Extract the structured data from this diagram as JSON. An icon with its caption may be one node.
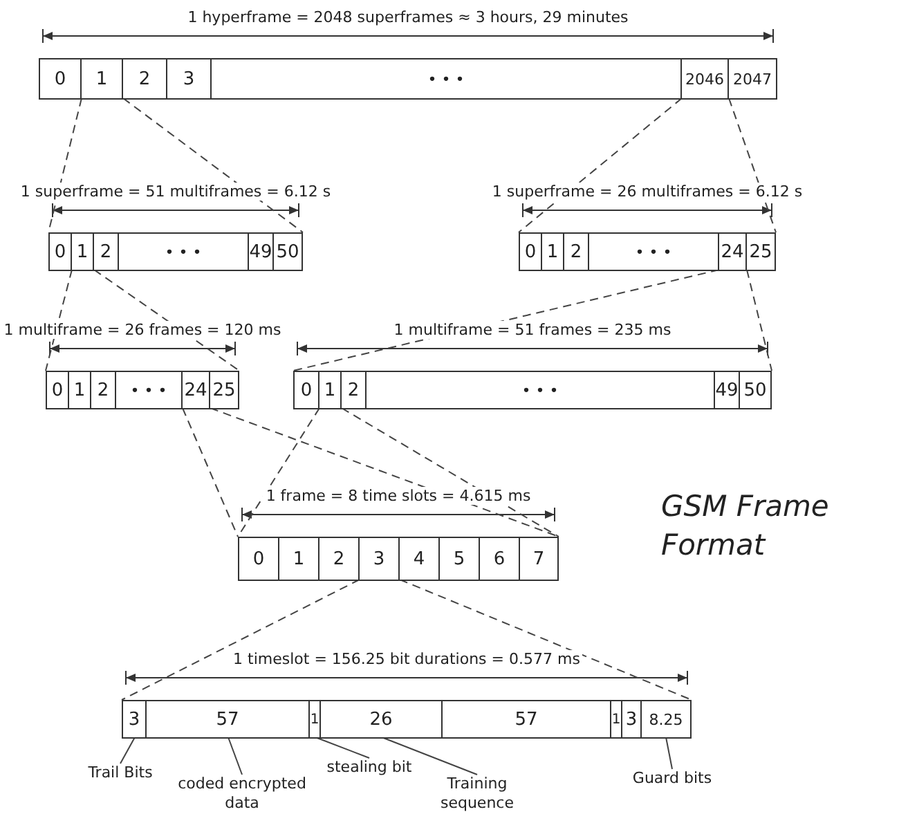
{
  "diagram": {
    "title": "GSM Frame Format",
    "nodes": [
      {
        "text": [],
        "shape": "bar",
        "beside": [
          "1 hyperframe = 2048 superframes ≈ 3 hours, 29 minutes"
        ]
      },
      {
        "text": [
          "0"
        ],
        "in": 0
      },
      {
        "text": [
          "1"
        ],
        "in": 0
      },
      {
        "text": [
          "2"
        ],
        "in": 0
      },
      {
        "text": [
          "3"
        ],
        "in": 0
      },
      {
        "text": [
          "• • •"
        ],
        "in": 0
      },
      {
        "text": [
          "2046"
        ],
        "in": 0
      },
      {
        "text": [
          "2047"
        ],
        "in": 0
      },
      {
        "text": [],
        "shape": "bar",
        "beside": [
          "1 superframe = 51 multiframes = 6.12 s"
        ]
      },
      {
        "text": [
          "0"
        ],
        "in": 8
      },
      {
        "text": [
          "1"
        ],
        "in": 8
      },
      {
        "text": [
          "2"
        ],
        "in": 8
      },
      {
        "text": [
          "• • •"
        ],
        "in": 8
      },
      {
        "text": [
          "49"
        ],
        "in": 8
      },
      {
        "text": [
          "50"
        ],
        "in": 8
      },
      {
        "text": [],
        "shape": "bar",
        "beside": [
          "1 superframe = 26 multiframes = 6.12 s"
        ]
      },
      {
        "text": [
          "0"
        ],
        "in": 15
      },
      {
        "text": [
          "1"
        ],
        "in": 15
      },
      {
        "text": [
          "2"
        ],
        "in": 15
      },
      {
        "text": [
          "• • •"
        ],
        "in": 15
      },
      {
        "text": [
          "24"
        ],
        "in": 15
      },
      {
        "text": [
          "25"
        ],
        "in": 15
      },
      {
        "text": [],
        "shape": "bar",
        "beside": [
          "1 multiframe = 26 frames = 120 ms"
        ]
      },
      {
        "text": [
          "0"
        ],
        "in": 22
      },
      {
        "text": [
          "1"
        ],
        "in": 22
      },
      {
        "text": [
          "2"
        ],
        "in": 22
      },
      {
        "text": [
          "• • •"
        ],
        "in": 22
      },
      {
        "text": [
          "24"
        ],
        "in": 22
      },
      {
        "text": [
          "25"
        ],
        "in": 22
      },
      {
        "text": [],
        "shape": "bar",
        "beside": [
          "1 multiframe = 51 frames = 235 ms"
        ]
      },
      {
        "text": [
          "0"
        ],
        "in": 29
      },
      {
        "text": [
          "1"
        ],
        "in": 29
      },
      {
        "text": [
          "2"
        ],
        "in": 29
      },
      {
        "text": [
          "• • •"
        ],
        "in": 29
      },
      {
        "text": [
          "49"
        ],
        "in": 29
      },
      {
        "text": [
          "50"
        ],
        "in": 29
      },
      {
        "text": [],
        "shape": "bar",
        "beside": [
          "1 frame = 8 time slots = 4.615 ms"
        ]
      },
      {
        "text": [
          "0"
        ],
        "in": 36
      },
      {
        "text": [
          "1"
        ],
        "in": 36
      },
      {
        "text": [
          "2"
        ],
        "in": 36
      },
      {
        "text": [
          "3"
        ],
        "in": 36
      },
      {
        "text": [
          "4"
        ],
        "in": 36
      },
      {
        "text": [
          "5"
        ],
        "in": 36
      },
      {
        "text": [
          "6"
        ],
        "in": 36
      },
      {
        "text": [
          "7"
        ],
        "in": 36
      },
      {
        "text": [],
        "shape": "bar",
        "beside": [
          "1 timeslot = 156.25 bit durations = 0.577 ms"
        ]
      },
      {
        "text": [
          "3"
        ],
        "in": 45
      },
      {
        "text": [
          "57"
        ],
        "in": 45
      },
      {
        "text": [
          "1"
        ],
        "in": 45
      },
      {
        "text": [
          "26"
        ],
        "in": 45
      },
      {
        "text": [
          "57"
        ],
        "in": 45
      },
      {
        "text": [
          "1"
        ],
        "in": 45
      },
      {
        "text": [
          "3"
        ],
        "in": 45
      },
      {
        "text": [
          "8.25"
        ],
        "in": 45
      },
      {
        "text": [
          "Trail Bits"
        ]
      },
      {
        "text": [
          "coded encrypted data"
        ]
      },
      {
        "text": [
          "stealing bit"
        ]
      },
      {
        "text": [
          "Training sequence"
        ]
      },
      {
        "text": [
          "Guard bits"
        ]
      }
    ],
    "edges": [
      {
        "from": 2,
        "to": 8,
        "arrow": "none",
        "style": "dashed"
      },
      {
        "from": 2,
        "to": 8,
        "arrow": "none",
        "style": "dashed"
      },
      {
        "from": 6,
        "to": 15,
        "arrow": "none",
        "style": "dashed"
      },
      {
        "from": 6,
        "to": 15,
        "arrow": "none",
        "style": "dashed"
      },
      {
        "from": 10,
        "to": 22,
        "arrow": "none",
        "style": "dashed"
      },
      {
        "from": 10,
        "to": 22,
        "arrow": "none",
        "style": "dashed"
      },
      {
        "from": 20,
        "to": 29,
        "arrow": "none",
        "style": "dashed"
      },
      {
        "from": 20,
        "to": 29,
        "arrow": "none",
        "style": "dashed"
      },
      {
        "from": 27,
        "to": 36,
        "arrow": "none",
        "style": "dashed"
      },
      {
        "from": 27,
        "to": 36,
        "arrow": "none",
        "style": "dashed"
      },
      {
        "from": 31,
        "to": 36,
        "arrow": "none",
        "style": "dashed"
      },
      {
        "from": 31,
        "to": 36,
        "arrow": "none",
        "style": "dashed"
      },
      {
        "from": 40,
        "to": 45,
        "arrow": "none",
        "style": "dashed"
      },
      {
        "from": 40,
        "to": 45,
        "arrow": "none",
        "style": "dashed"
      },
      {
        "from": 54,
        "to": 46,
        "arrow": "none"
      },
      {
        "from": 55,
        "to": 47,
        "arrow": "none"
      },
      {
        "from": 56,
        "to": 48,
        "arrow": "none"
      },
      {
        "from": 57,
        "to": 49,
        "arrow": "none"
      },
      {
        "from": 58,
        "to": 53,
        "arrow": "none"
      }
    ]
  }
}
